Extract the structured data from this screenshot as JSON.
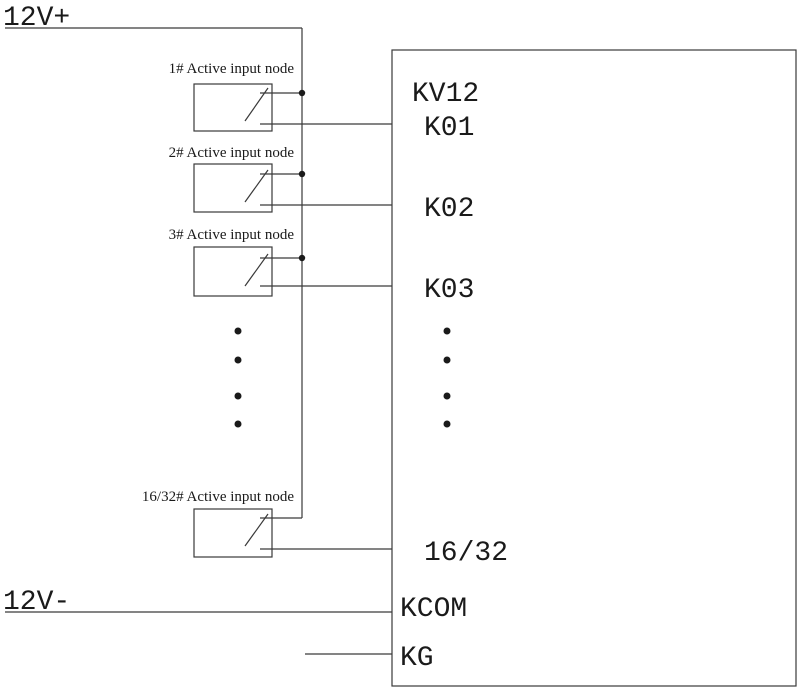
{
  "rails": {
    "positive": "12V+",
    "negative": "12V-"
  },
  "nodes": [
    {
      "label": "1# Active input node"
    },
    {
      "label": "2# Active input node"
    },
    {
      "label": "3# Active input node"
    },
    {
      "label": "16/32# Active input node"
    }
  ],
  "terminal_block": {
    "supply": "KV12",
    "inputs": [
      "K01",
      "K02",
      "K03",
      "16/32"
    ],
    "common": "KCOM",
    "ground": "KG"
  },
  "colors": {
    "line": "#3a3a3a",
    "text": "#1a1a1a"
  }
}
